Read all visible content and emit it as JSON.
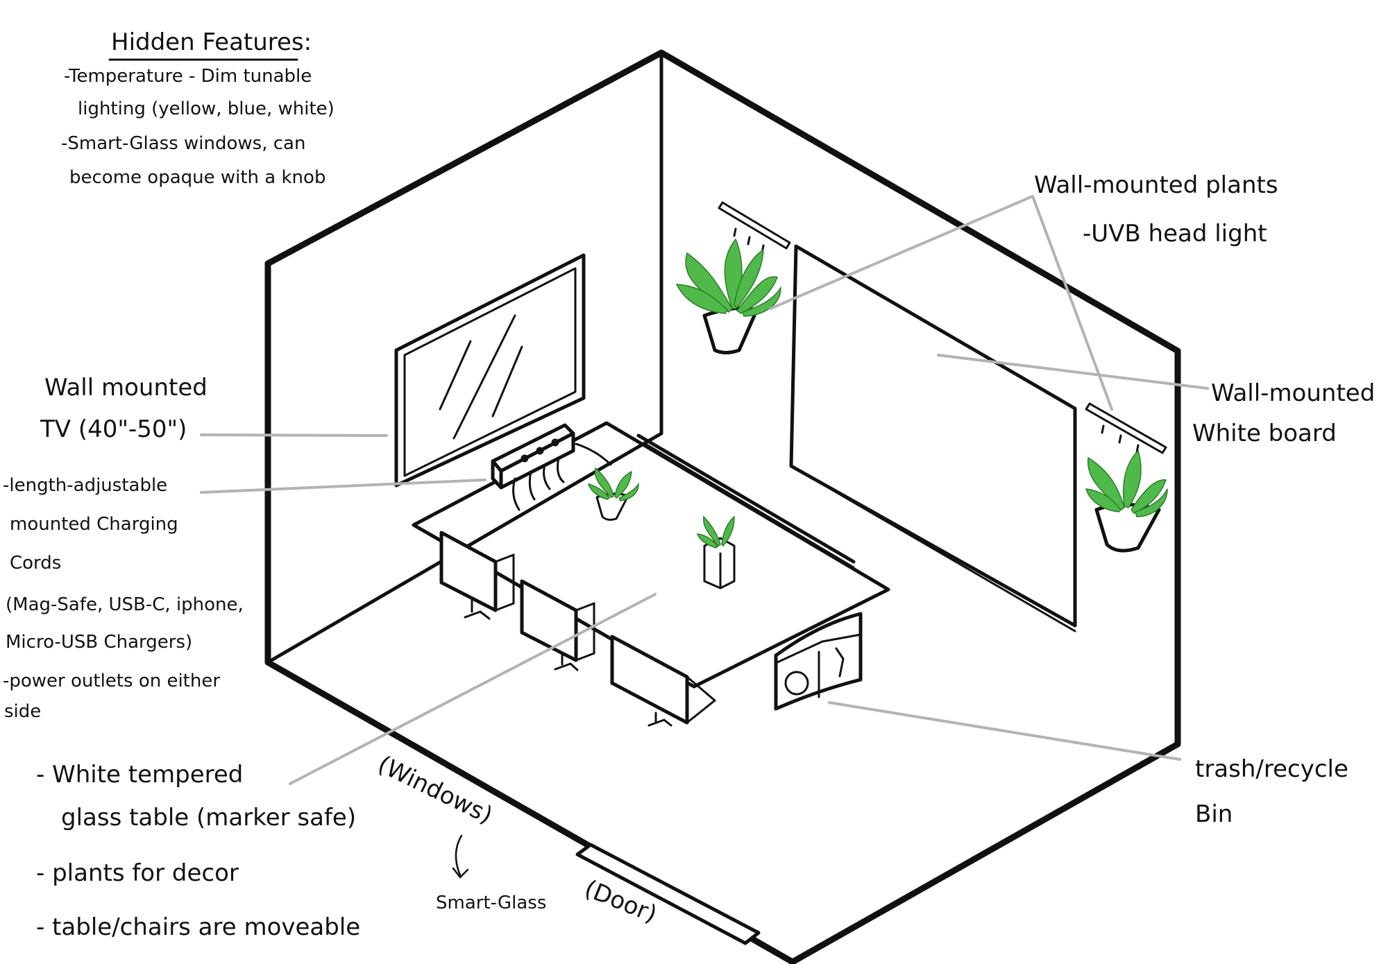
{
  "hidden_features": {
    "title": "Hidden Features:",
    "lines": [
      "-Temperature - Dim tunable",
      "lighting   (yellow, blue, white)",
      "-Smart-Glass windows, can",
      "become opaque with a knob"
    ]
  },
  "labels": {
    "wall_plants": {
      "lines": [
        "Wall-mounted plants",
        "-UVB head light"
      ]
    },
    "whiteboard": {
      "lines": [
        "Wall-mounted",
        "White board"
      ]
    },
    "tv": {
      "lines": [
        "Wall mounted",
        "TV (40\"-50\")"
      ]
    },
    "charging": {
      "lines": [
        "-length-adjustable",
        "mounted Charging",
        "Cords",
        "(Mag-Safe, USB-C, iphone,",
        " Micro-USB Chargers)",
        "-power outlets on either",
        "side"
      ]
    },
    "trash": {
      "lines": [
        "trash/recycle",
        "Bin"
      ]
    },
    "table_notes": {
      "lines": [
        "- White tempered",
        "glass table (marker safe)",
        "- plants for decor",
        "- table/chairs are moveable"
      ]
    },
    "windows": "(Windows)",
    "smart_glass": "Smart-Glass",
    "door": "(Door)"
  },
  "colors": {
    "ink": "#111111",
    "leader": "#b3b3b3",
    "plant": "#4fba4a"
  }
}
